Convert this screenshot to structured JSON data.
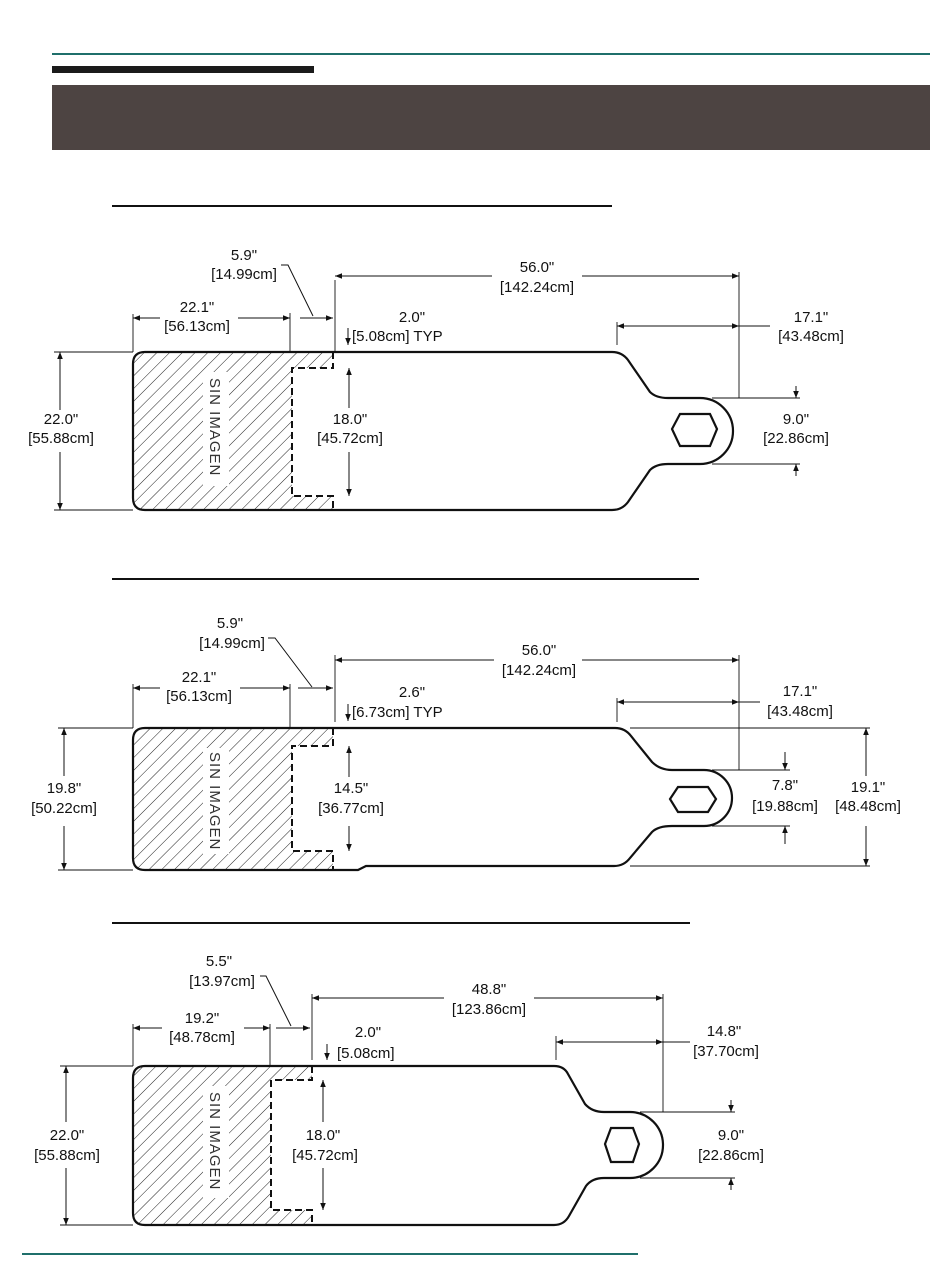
{
  "header": {
    "title": ""
  },
  "diagrams": [
    {
      "no_image_label": "SIN IMAGEN",
      "dims": {
        "notch_depth": [
          "5.9\"",
          "[14.99cm]"
        ],
        "overall_length": [
          "56.0\"",
          "[142.24cm]"
        ],
        "base_length": [
          "22.1\"",
          "[56.13cm]"
        ],
        "inset": [
          "2.0\"",
          "[5.08cm] TYP"
        ],
        "handle_length": [
          "17.1\"",
          "[43.48cm]"
        ],
        "overall_width": [
          "22.0\"",
          "[55.88cm]"
        ],
        "cutout_width": [
          "18.0\"",
          "[45.72cm]"
        ],
        "handle_width": [
          "9.0\"",
          "[22.86cm]"
        ]
      }
    },
    {
      "no_image_label": "SIN IMAGEN",
      "dims": {
        "notch_depth": [
          "5.9\"",
          "[14.99cm]"
        ],
        "overall_length": [
          "56.0\"",
          "[142.24cm]"
        ],
        "base_length": [
          "22.1\"",
          "[56.13cm]"
        ],
        "inset": [
          "2.6\"",
          "[6.73cm] TYP"
        ],
        "handle_length": [
          "17.1\"",
          "[43.48cm]"
        ],
        "overall_width": [
          "19.8\"",
          "[50.22cm]"
        ],
        "cutout_width": [
          "14.5\"",
          "[36.77cm]"
        ],
        "handle_width": [
          "7.8\"",
          "[19.88cm]"
        ],
        "tail_width": [
          "19.1\"",
          "[48.48cm]"
        ]
      }
    },
    {
      "no_image_label": "SIN IMAGEN",
      "dims": {
        "notch_depth": [
          "5.5\"",
          "[13.97cm]"
        ],
        "overall_length": [
          "48.8\"",
          "[123.86cm]"
        ],
        "base_length": [
          "19.2\"",
          "[48.78cm]"
        ],
        "inset": [
          "2.0\"",
          "[5.08cm]"
        ],
        "handle_length": [
          "14.8\"",
          "[37.70cm]"
        ],
        "overall_width": [
          "22.0\"",
          "[55.88cm]"
        ],
        "cutout_width": [
          "18.0\"",
          "[45.72cm]"
        ],
        "handle_width": [
          "9.0\"",
          "[22.86cm]"
        ]
      }
    }
  ]
}
